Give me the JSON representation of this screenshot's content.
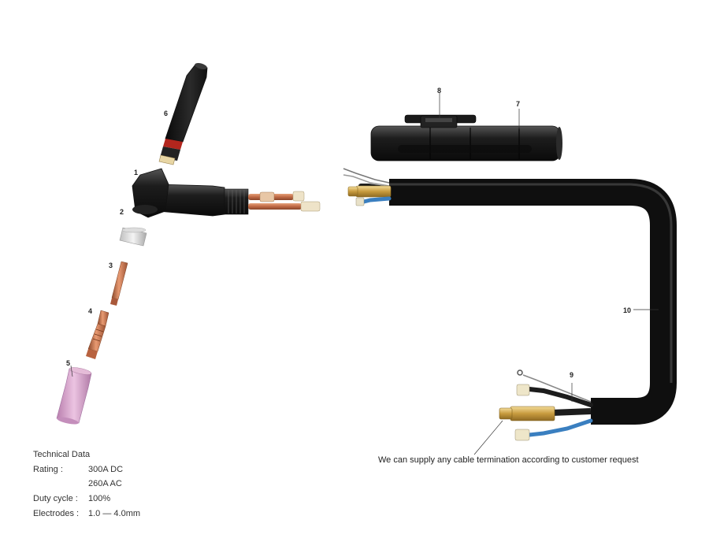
{
  "part_labels": {
    "p1": "1",
    "p2": "2",
    "p3": "3",
    "p4": "4",
    "p5": "5",
    "p6": "6",
    "p7": "7",
    "p8": "8",
    "p9": "9",
    "p10": "10"
  },
  "note": "We can supply any cable termination according to customer request",
  "tech": {
    "title": "Technical Data",
    "rating_label": "Rating :",
    "rating_dc": "300A DC",
    "rating_ac": "260A AC",
    "duty_label": "Duty cycle :",
    "duty_value": "100%",
    "electrodes_label": "Electrodes :",
    "electrodes_value": "1.0 — 4.0mm"
  },
  "colors": {
    "rubber": "#1b1b1b",
    "copper": "#c8744e",
    "ceramic": "#d6a0c8",
    "brass": "#d8b25a",
    "blue_hose": "#3a7fc0"
  }
}
